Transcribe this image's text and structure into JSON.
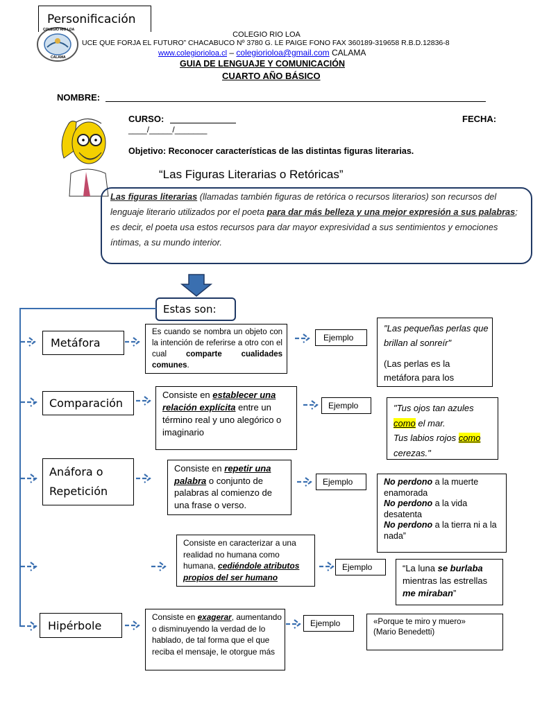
{
  "title_tag": "Personificación",
  "header": {
    "school": "COLEGIO RIO LOA",
    "line2": "UCE QUE  FORJA EL FUTURO” CHACABUCO Nº 3780 G. LE PAIGE FONO FAX 360189-319658 R.B.D.12836-8",
    "website": "www.colegiorioloa.cl",
    "dash": "–",
    "email": "colegiorioloa@gmail.com",
    "city": "CALAMA",
    "guide": "GUIA DE LENGUAJE Y COMUNICACIÓN",
    "grade": "CUARTO AÑO BÁSICO",
    "logo_top": "COLEGIO RIO LOA",
    "logo_bottom": "CALAMA"
  },
  "form": {
    "nombre_label": "NOMBRE:",
    "curso_label": "CURSO:",
    "fecha_label": "FECHA:",
    "date_blanks": "____/_____/_______",
    "objetivo": "Objetivo: Reconocer características de las distintas figuras literarias."
  },
  "main_title": "“Las Figuras Literarias o Retóricas”",
  "intro": {
    "p1": "Las figuras literarias",
    "p2": " (llamadas también figuras de retórica o recursos literarios) son recursos del lenguaje literario utilizados por el poeta ",
    "p3": "para dar más belleza y una mejor expresión a sus palabras",
    "p4": "; es decir, el  poeta usa estos recursos para dar mayor expresividad a sus sentimientos y emociones íntimas, a su mundo interior."
  },
  "estas_son": "Estas son:",
  "ejemplo_label": "Ejemplo",
  "figures": [
    {
      "name": "Metáfora",
      "def": [
        "Es cuando se nombra un objeto con la intención de referirse a otro con el cual ",
        "comparte cualidades comunes",
        "."
      ],
      "example": [
        "\"Las pequeñas perlas que brillan al sonreír\"",
        "(Las perlas es la metáfora para los"
      ]
    },
    {
      "name": "Comparación",
      "def": [
        "Consiste en ",
        "establecer una relación explícita",
        " entre un término real y uno alegórico o imaginario"
      ],
      "example": [
        "\"Tus ojos tan azules ",
        "como",
        " el mar.",
        "Tus labios rojos ",
        "como",
        " cerezas.\""
      ]
    },
    {
      "name1": "Anáfora o",
      "name2": "Repetición",
      "def": [
        "Consiste en ",
        "repetir una palabra",
        " o conjunto de palabras al comienzo de una frase o verso."
      ],
      "example": [
        "No perdono",
        " a la muerte enamorada",
        "No perdono",
        " a la vida desatenta",
        "No perdono",
        " a la tierra ni a la nada”"
      ]
    },
    {
      "name": "",
      "def": [
        "Consiste en caracterizar a una realidad no humana como humana, ",
        "cediéndole atributos propios del ser humano"
      ],
      "example": [
        "“La luna ",
        "se burlaba",
        " mientras las estrellas ",
        "me miraban",
        "”"
      ]
    },
    {
      "name": "Hipérbole",
      "def": [
        "Consiste en ",
        "exagerar",
        ", aumentando o disminuyendo la verdad de lo hablado, de tal forma que el que reciba el mensaje, le otorgue más"
      ],
      "example": [
        "«Porque te miro y muero»",
        "(Mario Benedetti)"
      ]
    }
  ],
  "colors": {
    "flow": "#3a6fb0",
    "highlight": "#ffff00",
    "link": "#0000ee"
  }
}
